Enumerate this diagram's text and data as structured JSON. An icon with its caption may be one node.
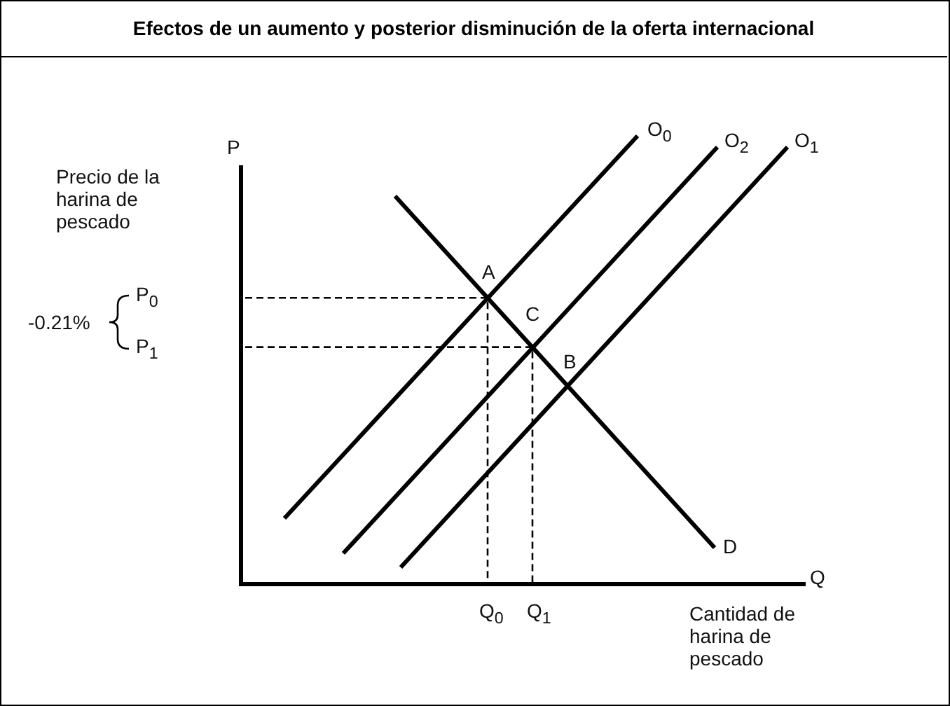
{
  "diagram": {
    "title": "Efectos de un aumento y posterior disminución de la oferta internacional",
    "labels": [
      "P",
      "Precio de la harina de pescado",
      "O$_{0}$",
      "O$_{2}$",
      "O$_{1}$",
      "A",
      "-0.21%",
      "P$_{0}$",
      "P$_{1}$",
      "C",
      "B",
      "D",
      "Q",
      "Q$_{0}$",
      "Q$_{1}$",
      "Cantidad de harina de pescado"
    ]
  }
}
